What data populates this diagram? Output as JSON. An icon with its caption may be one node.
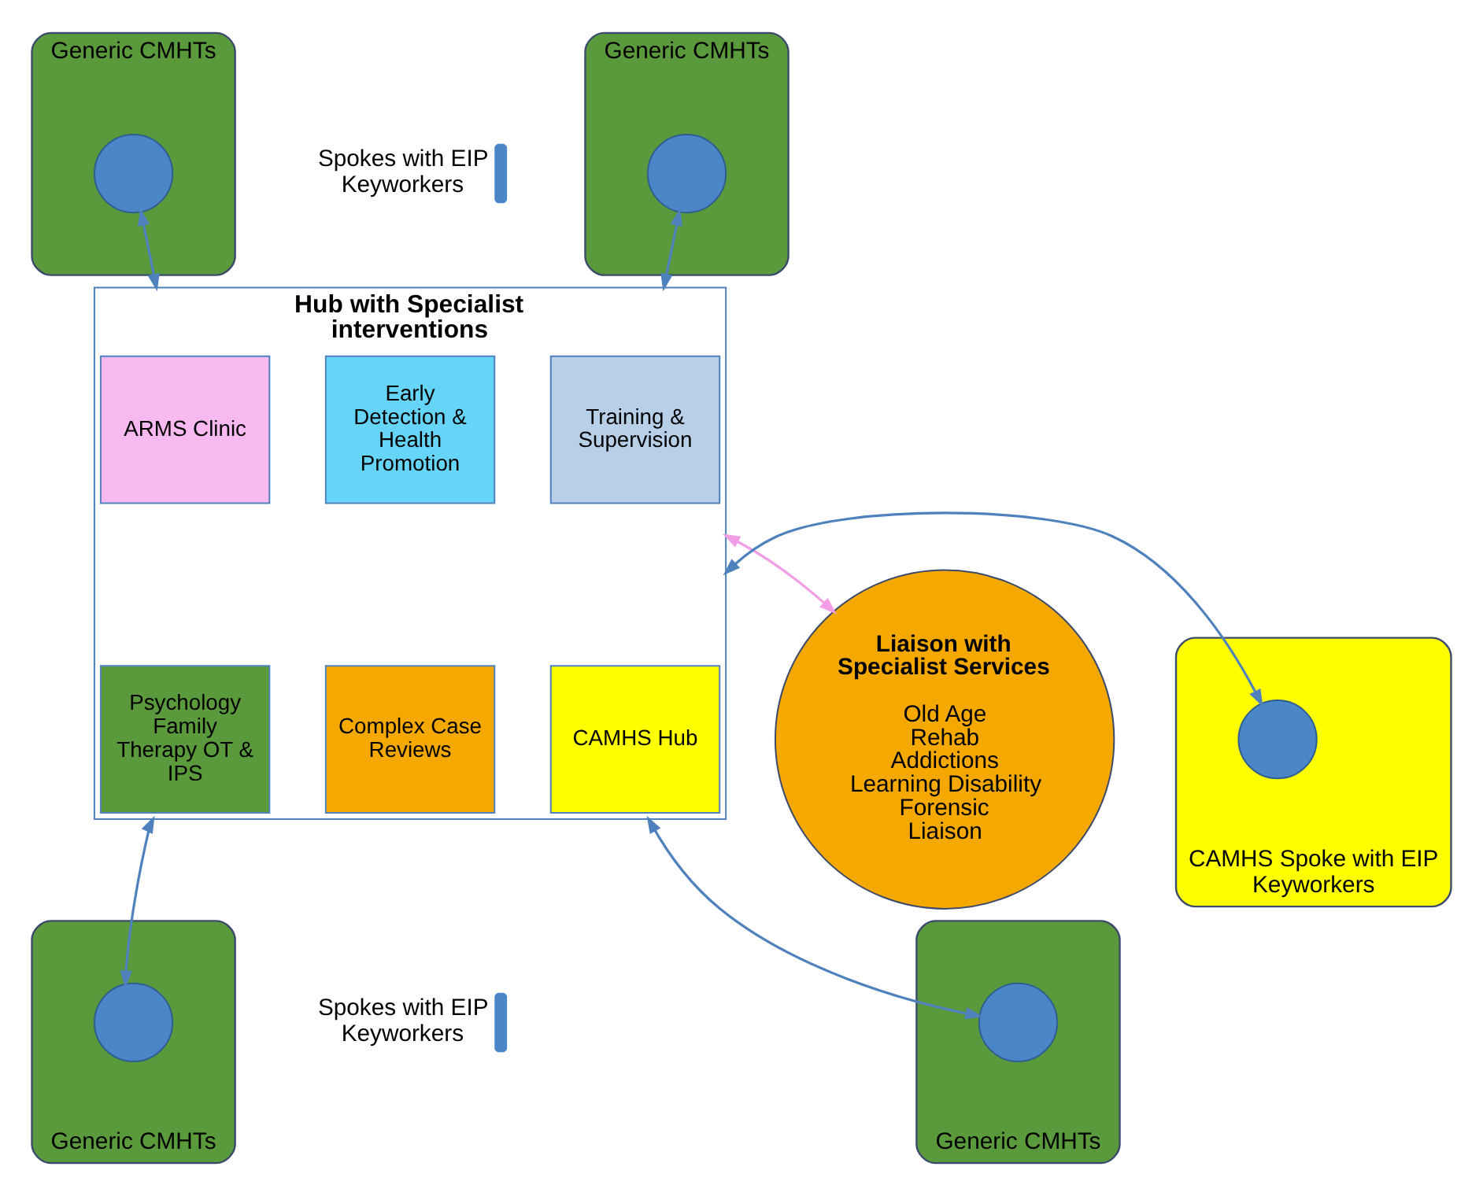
{
  "diagram": {
    "nodes": [
      {
        "text": [
          "Generic CMHTs"
        ]
      },
      {
        "text": [],
        "shape": "circle",
        "in": 0
      },
      {
        "text": [
          "Generic CMHTs"
        ]
      },
      {
        "text": [],
        "shape": "circle",
        "in": 2
      },
      {
        "text": [
          "Liaison with Specialist Services",
          "Old Age",
          "Rehab",
          "Addictions",
          "Learning Disability",
          "Forensic",
          "Liaison"
        ]
      },
      {
        "text": [
          "Hub with Specialist interventions"
        ]
      },
      {
        "text": [
          "ARMS Clinic"
        ],
        "in": 5
      },
      {
        "text": [
          "Early Detection & Health Promotion"
        ],
        "in": 5
      },
      {
        "text": [
          "Training & Supervision"
        ],
        "in": 5
      },
      {
        "text": [
          "Psychology Family Therapy OT & IPS"
        ],
        "in": 5
      },
      {
        "text": [
          "Complex Case Reviews"
        ],
        "in": 5
      },
      {
        "text": [
          "CAMHS Hub"
        ],
        "in": 5
      },
      {
        "text": [
          "CAMHS Spoke with EIP Keyworkers"
        ]
      },
      {
        "text": [],
        "shape": "circle",
        "in": 12
      },
      {
        "text": [
          "Generic CMHTs"
        ]
      },
      {
        "text": [],
        "shape": "circle",
        "in": 14
      },
      {
        "text": [
          "Generic CMHTs"
        ]
      },
      {
        "text": [],
        "shape": "circle",
        "in": 16
      }
    ],
    "edges": [
      {
        "from": 1,
        "to": 5,
        "arrow": "both"
      },
      {
        "from": 3,
        "to": 5,
        "arrow": "both"
      },
      {
        "from": 4,
        "to": 5,
        "arrow": "both",
        "color": "#f29ee6"
      },
      {
        "from": 13,
        "to": 5,
        "arrow": "both"
      },
      {
        "from": 15,
        "to": 5,
        "arrow": "both"
      },
      {
        "from": 17,
        "to": 5,
        "arrow": "both"
      }
    ],
    "legend": [
      {
        "text": "Spokes with EIP Keyworkers",
        "color": "#4a86c8"
      },
      {
        "text": "Spokes with EIP Keyworkers",
        "color": "#4a86c8"
      }
    ]
  }
}
